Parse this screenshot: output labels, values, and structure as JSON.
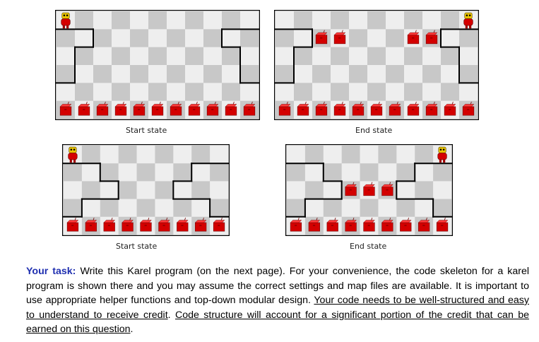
{
  "captions": {
    "top_start": "Start state",
    "top_end": "End state",
    "bottom_start": "Start state",
    "bottom_end": "End state"
  },
  "worlds": [
    {
      "id": "top_start",
      "cols": 11,
      "rows": 6,
      "karel": [
        0,
        0
      ],
      "walls": [
        [
          0,
          1,
          2,
          1
        ],
        [
          2,
          1,
          2,
          2
        ],
        [
          2,
          2,
          1,
          2
        ],
        [
          1,
          2,
          1,
          4
        ],
        [
          1,
          4,
          0,
          4
        ],
        [
          11,
          1,
          9,
          1
        ],
        [
          9,
          1,
          9,
          2
        ],
        [
          9,
          2,
          10,
          2
        ],
        [
          10,
          2,
          10,
          4
        ],
        [
          10,
          4,
          11,
          4
        ]
      ],
      "beepers": [
        [
          0,
          5
        ],
        [
          1,
          5
        ],
        [
          2,
          5
        ],
        [
          3,
          5
        ],
        [
          4,
          5
        ],
        [
          5,
          5
        ],
        [
          6,
          5
        ],
        [
          7,
          5
        ],
        [
          8,
          5
        ],
        [
          9,
          5
        ],
        [
          10,
          5
        ]
      ]
    },
    {
      "id": "top_end",
      "cols": 11,
      "rows": 6,
      "karel": [
        10,
        0
      ],
      "walls": [
        [
          0,
          1,
          2,
          1
        ],
        [
          2,
          1,
          2,
          2
        ],
        [
          2,
          2,
          1,
          2
        ],
        [
          1,
          2,
          1,
          4
        ],
        [
          1,
          4,
          0,
          4
        ],
        [
          11,
          1,
          9,
          1
        ],
        [
          9,
          1,
          9,
          2
        ],
        [
          9,
          2,
          10,
          2
        ],
        [
          10,
          2,
          10,
          4
        ],
        [
          10,
          4,
          11,
          4
        ]
      ],
      "beepers": [
        [
          2,
          1
        ],
        [
          3,
          1
        ],
        [
          7,
          1
        ],
        [
          8,
          1
        ],
        [
          0,
          5
        ],
        [
          1,
          5
        ],
        [
          2,
          5
        ],
        [
          3,
          5
        ],
        [
          4,
          5
        ],
        [
          5,
          5
        ],
        [
          6,
          5
        ],
        [
          7,
          5
        ],
        [
          8,
          5
        ],
        [
          9,
          5
        ],
        [
          10,
          5
        ]
      ]
    },
    {
      "id": "bottom_start",
      "cols": 9,
      "rows": 5,
      "karel": [
        0,
        0
      ],
      "walls": [
        [
          0,
          1,
          2,
          1
        ],
        [
          2,
          1,
          2,
          2
        ],
        [
          2,
          2,
          3,
          2
        ],
        [
          3,
          2,
          3,
          3
        ],
        [
          3,
          3,
          1,
          3
        ],
        [
          1,
          3,
          1,
          4
        ],
        [
          1,
          4,
          0,
          4
        ],
        [
          9,
          1,
          7,
          1
        ],
        [
          7,
          1,
          7,
          2
        ],
        [
          7,
          2,
          6,
          2
        ],
        [
          6,
          2,
          6,
          3
        ],
        [
          6,
          3,
          8,
          3
        ],
        [
          8,
          3,
          8,
          4
        ],
        [
          8,
          4,
          9,
          4
        ]
      ],
      "beepers": [
        [
          0,
          4
        ],
        [
          1,
          4
        ],
        [
          2,
          4
        ],
        [
          3,
          4
        ],
        [
          4,
          4
        ],
        [
          5,
          4
        ],
        [
          6,
          4
        ],
        [
          7,
          4
        ],
        [
          8,
          4
        ]
      ]
    },
    {
      "id": "bottom_end",
      "cols": 9,
      "rows": 5,
      "karel": [
        8,
        0
      ],
      "walls": [
        [
          0,
          1,
          2,
          1
        ],
        [
          2,
          1,
          2,
          2
        ],
        [
          2,
          2,
          3,
          2
        ],
        [
          3,
          2,
          3,
          3
        ],
        [
          3,
          3,
          1,
          3
        ],
        [
          1,
          3,
          1,
          4
        ],
        [
          1,
          4,
          0,
          4
        ],
        [
          9,
          1,
          7,
          1
        ],
        [
          7,
          1,
          7,
          2
        ],
        [
          7,
          2,
          6,
          2
        ],
        [
          6,
          2,
          6,
          3
        ],
        [
          6,
          3,
          8,
          3
        ],
        [
          8,
          3,
          8,
          4
        ],
        [
          8,
          4,
          9,
          4
        ]
      ],
      "beepers": [
        [
          3,
          2
        ],
        [
          4,
          2
        ],
        [
          5,
          2
        ],
        [
          0,
          4
        ],
        [
          1,
          4
        ],
        [
          2,
          4
        ],
        [
          3,
          4
        ],
        [
          4,
          4
        ],
        [
          5,
          4
        ],
        [
          6,
          4
        ],
        [
          7,
          4
        ],
        [
          8,
          4
        ]
      ]
    }
  ],
  "task": {
    "label": "Your task:",
    "text_plain": " Write this Karel program (on the next page). For your convenience, the code skeleton for a karel program is shown there and you may assume the correct settings and map files are available. It is important to use appropriate helper functions and top-down modular design. ",
    "text_u1": "Your code needs to be well-structured and easy to understand to receive credit",
    "text_sep": ". ",
    "text_u2": "Code structure will account for a significant portion of the credit that can be earned on this question",
    "text_end": "."
  },
  "colors": {
    "beeper": "#d30000",
    "checker_light": "#eeeeee",
    "checker_dark": "#c8c8c8",
    "wall": "#000000",
    "task_label": "#1f2fb0"
  }
}
